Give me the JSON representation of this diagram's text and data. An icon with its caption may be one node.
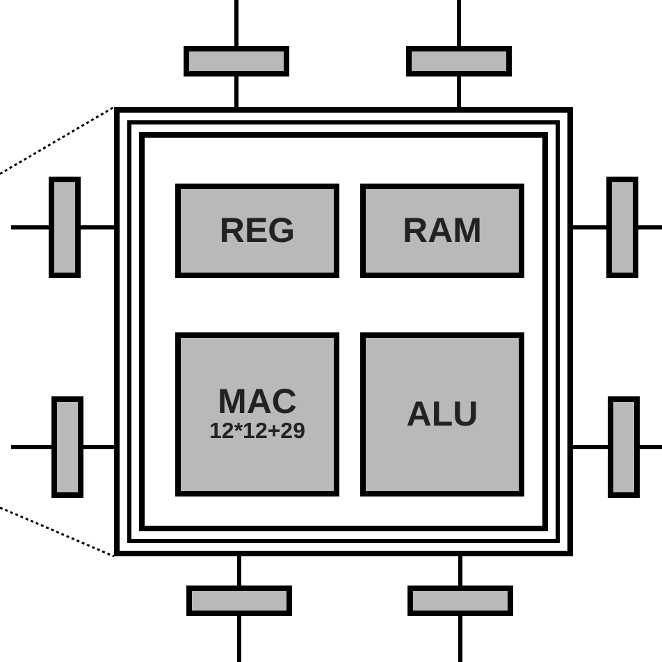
{
  "diagram": {
    "nodes": [
      {
        "text": [],
        "shape": "box"
      },
      {
        "text": [
          "REG"
        ],
        "in": 0
      },
      {
        "text": [
          "RAM"
        ],
        "in": 0
      },
      {
        "text": [
          "MAC",
          "12*12+29"
        ],
        "in": 0
      },
      {
        "text": [
          "ALU"
        ],
        "in": 0
      },
      {
        "text": [],
        "shape": "bar"
      },
      {
        "text": [],
        "shape": "bar"
      },
      {
        "text": [],
        "shape": "bar"
      },
      {
        "text": [],
        "shape": "bar"
      },
      {
        "text": [],
        "shape": "bar"
      },
      {
        "text": [],
        "shape": "bar"
      },
      {
        "text": [],
        "shape": "bar"
      },
      {
        "text": [],
        "shape": "bar"
      }
    ],
    "edges": [
      {
        "from": 5,
        "to": 0,
        "arrow": "none"
      },
      {
        "from": 5,
        "to": null,
        "arrow": "none"
      },
      {
        "from": 6,
        "to": 0,
        "arrow": "none"
      },
      {
        "from": 6,
        "to": null,
        "arrow": "none"
      },
      {
        "from": 7,
        "to": 0,
        "arrow": "none"
      },
      {
        "from": 7,
        "to": null,
        "arrow": "none"
      },
      {
        "from": 8,
        "to": 0,
        "arrow": "none"
      },
      {
        "from": 8,
        "to": null,
        "arrow": "none"
      },
      {
        "from": 9,
        "to": 0,
        "arrow": "none"
      },
      {
        "from": 9,
        "to": null,
        "arrow": "none"
      },
      {
        "from": 10,
        "to": 0,
        "arrow": "none"
      },
      {
        "from": 10,
        "to": null,
        "arrow": "none"
      },
      {
        "from": 11,
        "to": 0,
        "arrow": "none"
      },
      {
        "from": 11,
        "to": null,
        "arrow": "none"
      },
      {
        "from": 12,
        "to": 0,
        "arrow": "none"
      },
      {
        "from": 12,
        "to": null,
        "arrow": "none"
      },
      {
        "from": null,
        "to": 0,
        "arrow": "none",
        "style": "dashed"
      },
      {
        "from": null,
        "to": 0,
        "arrow": "none",
        "style": "dashed"
      }
    ]
  }
}
